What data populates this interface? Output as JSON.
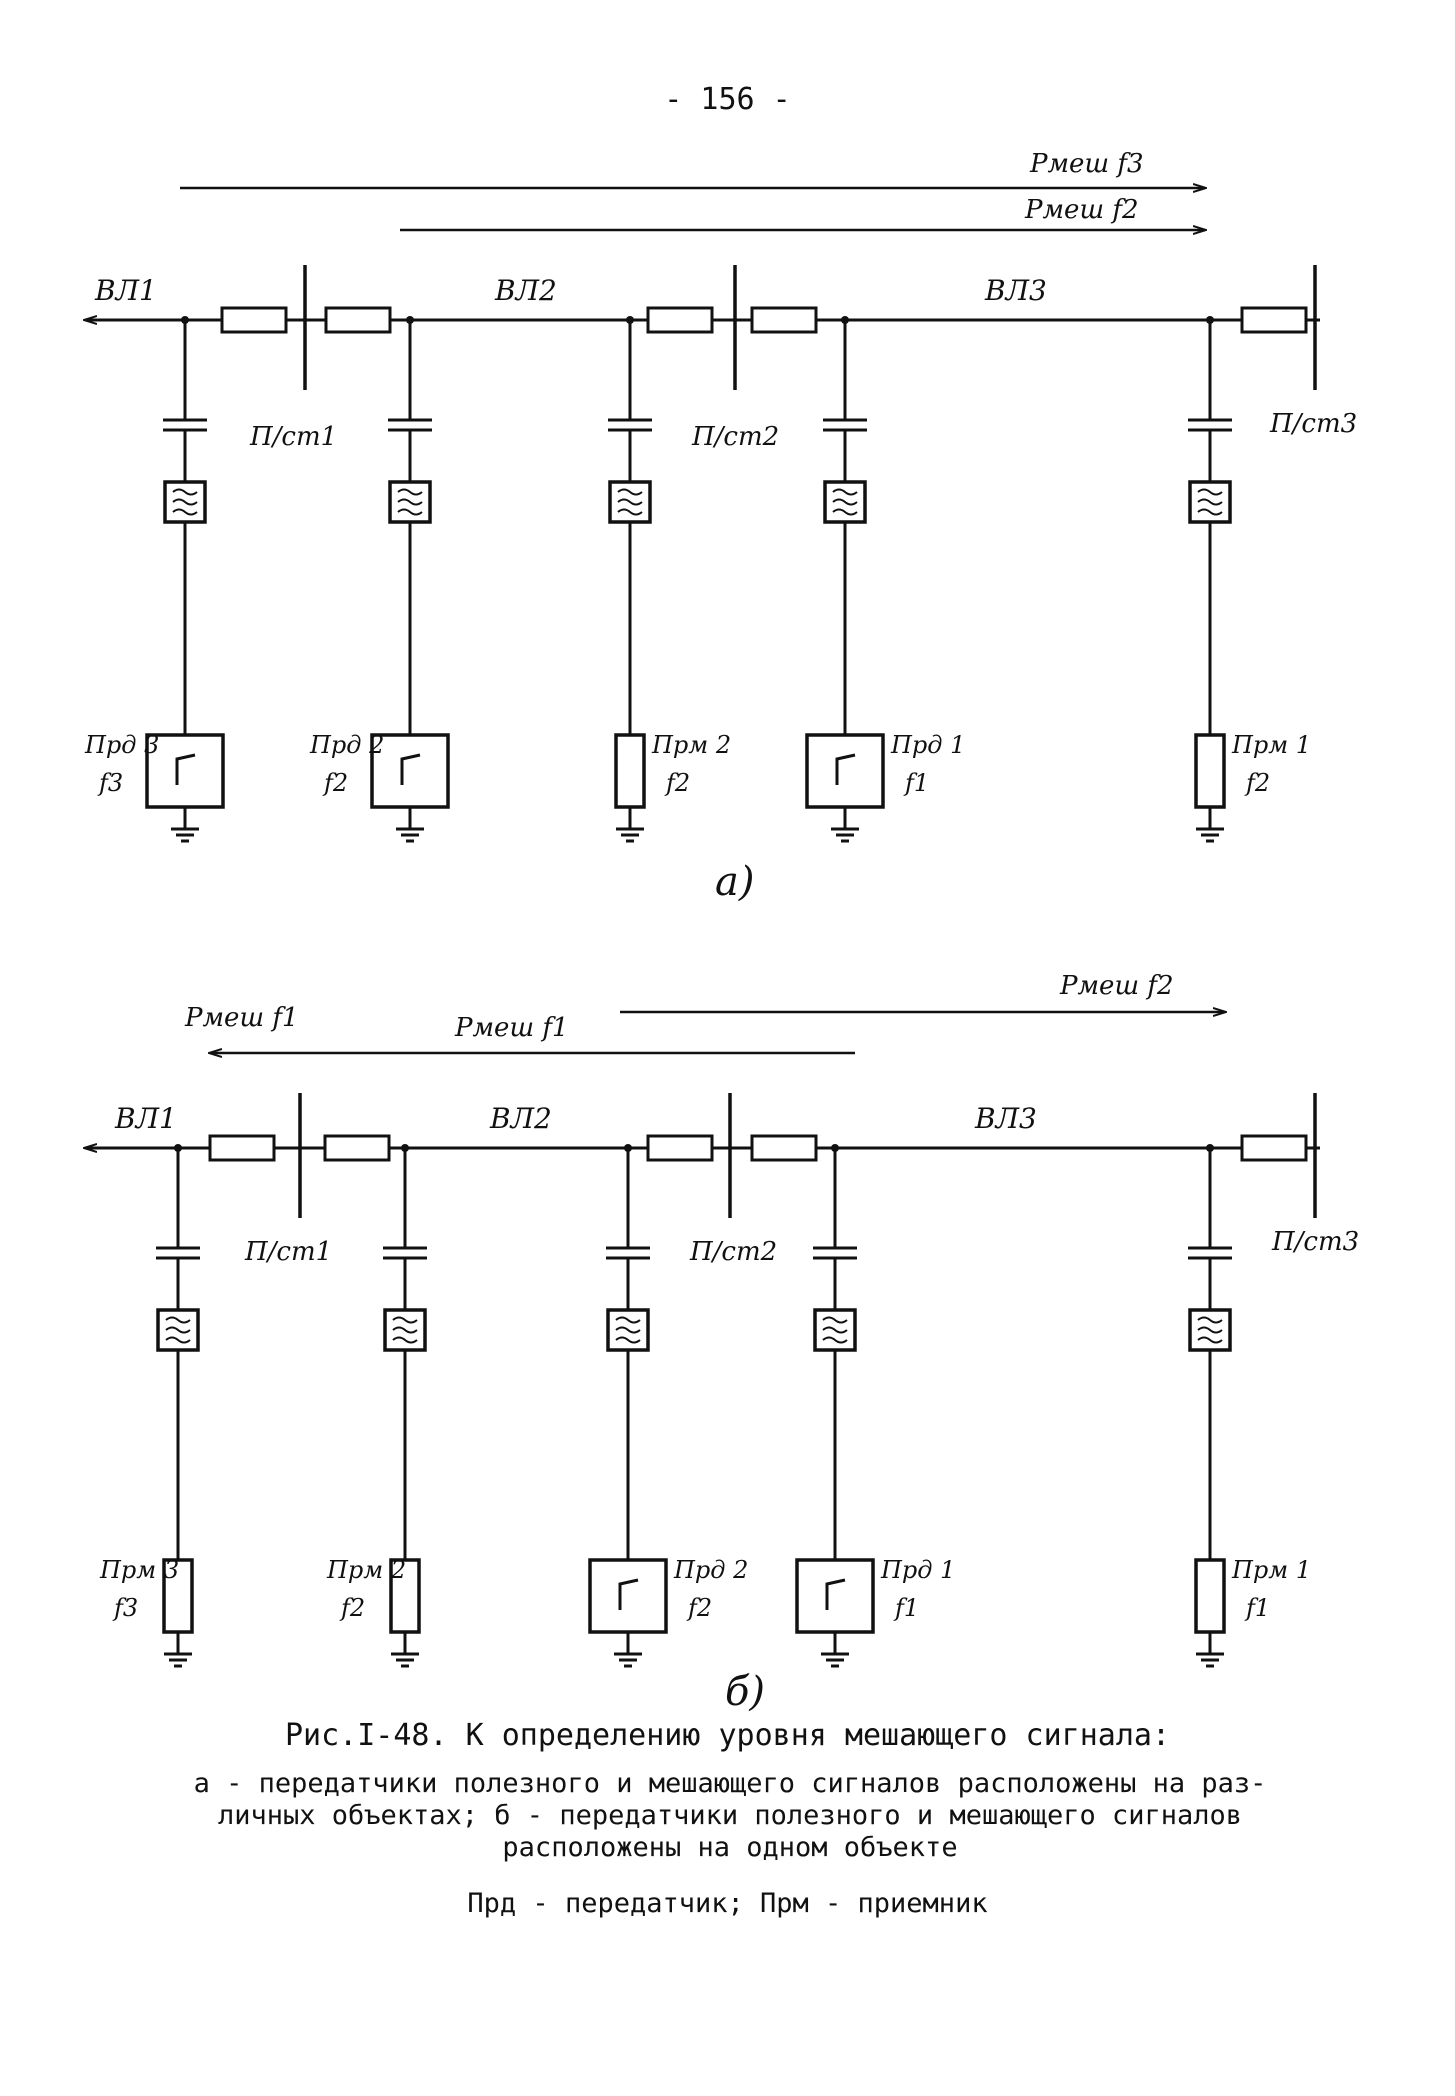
{
  "page": {
    "number": "- 156 -"
  },
  "diagram_a": {
    "label": "а)",
    "interference": [
      {
        "text": "Рмеш f3"
      },
      {
        "text": "Рмеш f2"
      }
    ],
    "lines": [
      "ВЛ1",
      "ВЛ2",
      "ВЛ3"
    ],
    "substations": [
      "П/ст1",
      "П/ст2",
      "П/ст3"
    ],
    "equipment": [
      {
        "name": "Прд 3",
        "freq": "f3",
        "kind": "transmitter"
      },
      {
        "name": "Прд 2",
        "freq": "f2",
        "kind": "transmitter"
      },
      {
        "name": "Прм 2",
        "freq": "f2",
        "kind": "receiver"
      },
      {
        "name": "Прд 1",
        "freq": "f1",
        "kind": "transmitter"
      },
      {
        "name": "Прм 1",
        "freq": "f2",
        "kind": "receiver"
      }
    ]
  },
  "diagram_b": {
    "label": "б)",
    "interference": [
      {
        "text": "Рмеш f1"
      },
      {
        "text": "Рмеш f1"
      },
      {
        "text": "Рмеш f2"
      }
    ],
    "lines": [
      "ВЛ1",
      "ВЛ2",
      "ВЛ3"
    ],
    "substations": [
      "П/ст1",
      "П/ст2",
      "П/ст3"
    ],
    "equipment": [
      {
        "name": "Прм 3",
        "freq": "f3",
        "kind": "receiver"
      },
      {
        "name": "Прм 2",
        "freq": "f2",
        "kind": "receiver"
      },
      {
        "name": "Прд 2",
        "freq": "f2",
        "kind": "transmitter"
      },
      {
        "name": "Прд 1",
        "freq": "f1",
        "kind": "transmitter"
      },
      {
        "name": "Прм 1",
        "freq": "f1",
        "kind": "receiver"
      }
    ]
  },
  "caption": {
    "title": "Рис.I-48. К определению уровня мешающего сигнала:",
    "a_line1": "а - передатчики полезного и мешающего сигналов расположены на раз-",
    "a_line2": "личных объектах; б - передатчики полезного и мешающего сигналов",
    "a_line3": "расположены на одном объекте",
    "legend": "Прд - передатчик; Прм - приемник"
  }
}
